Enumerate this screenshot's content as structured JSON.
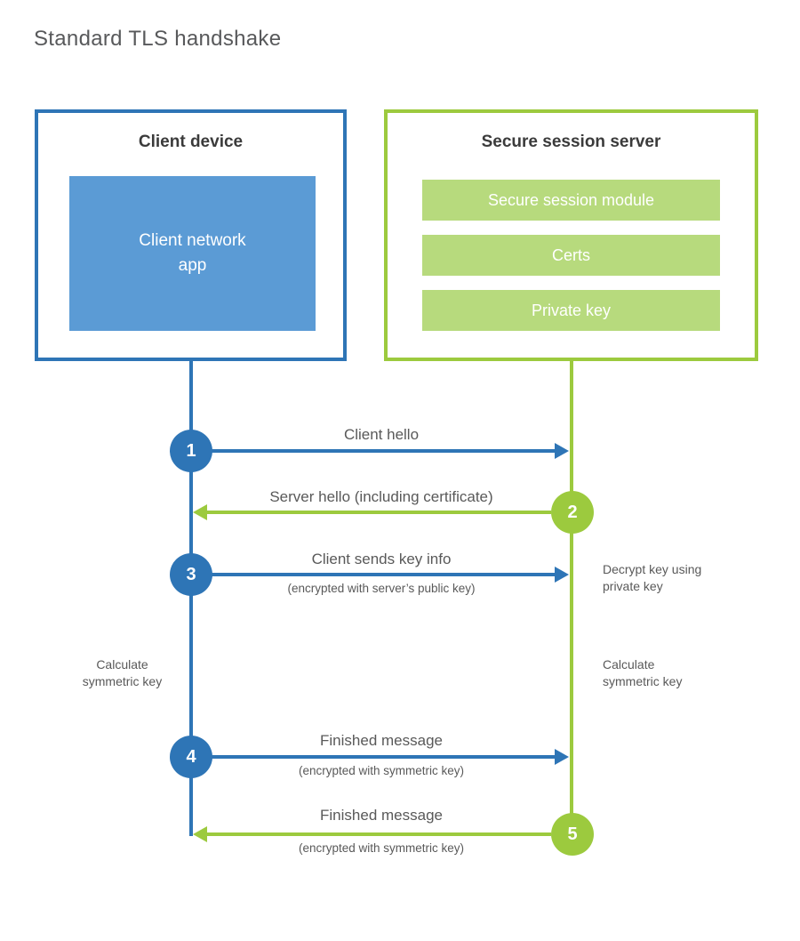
{
  "title": "Standard TLS handshake",
  "client": {
    "title": "Client device",
    "app_lines": [
      "Client network",
      "app"
    ]
  },
  "server": {
    "title": "Secure session server",
    "modules": [
      "Secure session module",
      "Certs",
      "Private key"
    ]
  },
  "steps": [
    {
      "num": "1",
      "label": "Client hello"
    },
    {
      "num": "2",
      "label": "Server hello (including certificate)"
    },
    {
      "num": "3",
      "label": "Client sends key info",
      "sub": "(encrypted with server’s public key)"
    },
    {
      "num": "4",
      "label": "Finished message",
      "sub": "(encrypted with symmetric key)"
    },
    {
      "num": "5",
      "label": "Finished message",
      "sub": "(encrypted with symmetric key)"
    }
  ],
  "annotations": {
    "decrypt_lines": [
      "Decrypt key using",
      "private key"
    ],
    "calc_left_lines": [
      "Calculate",
      "symmetric key"
    ],
    "calc_right_lines": [
      "Calculate",
      "symmetric key"
    ]
  },
  "colors": {
    "blue_stroke": "#2E75B6",
    "blue_fill": "#5B9BD5",
    "green_stroke": "#9CCA3E",
    "green_fill": "#B7DA7D"
  }
}
